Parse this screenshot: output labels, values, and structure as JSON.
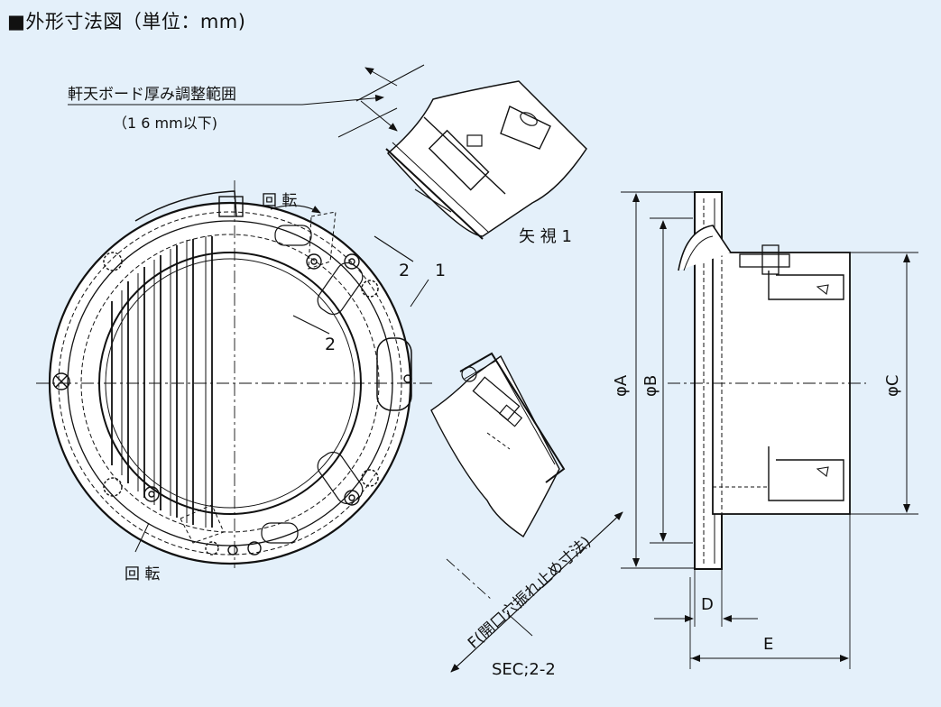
{
  "title": "■外形寸法図（単位：mm)",
  "labels": {
    "eave_board_range": "軒天ボード厚み調整範囲",
    "eave_board_range_note": "（1 6 mm以下)",
    "rotate_top": "回 転",
    "rotate_bottom": "回 転",
    "arrow_view": "矢 視 1",
    "mark_2a": "2",
    "mark_1": "1",
    "mark_2b": "2",
    "dim_a": "φA",
    "dim_b": "φB",
    "dim_c": "φC",
    "dim_d": "D",
    "dim_e": "E",
    "dim_f": "F(開口穴振れ止め寸法)",
    "section": "SEC;2-2"
  },
  "colors": {
    "background": "#e4f0fa",
    "line": "#111111",
    "fill": "#ffffff"
  }
}
